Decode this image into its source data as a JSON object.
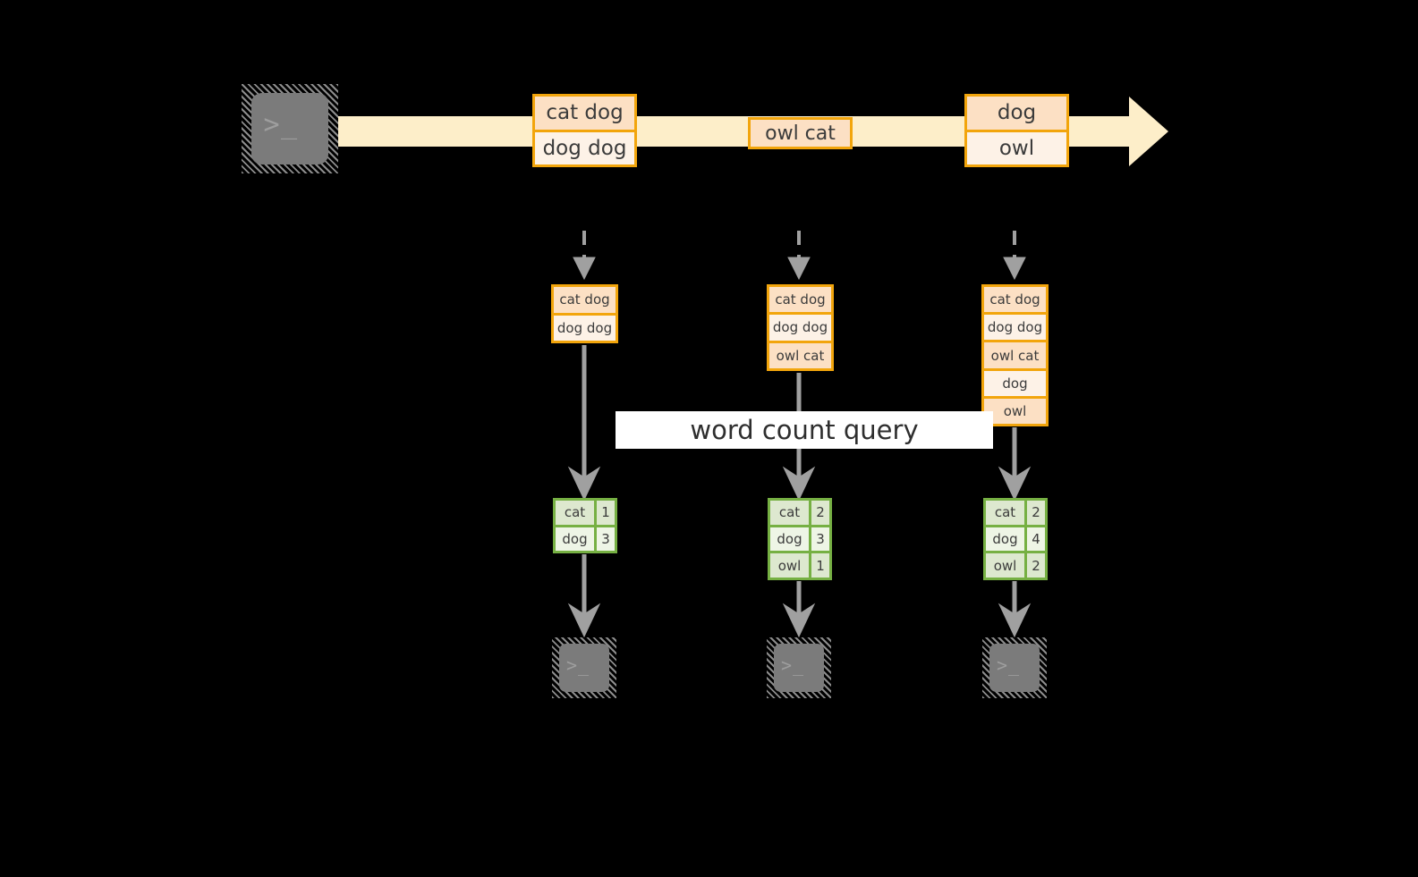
{
  "diagram": {
    "title": "stream word count pipeline",
    "colors": {
      "background": "#000000",
      "stream_band": "#fdeec9",
      "record_border": "#f2a50c",
      "record_fill_dark": "#fce0c4",
      "record_fill_light": "#fdf2e7",
      "result_border": "#76b043",
      "result_fill_dark": "#dde8cf",
      "result_fill_light": "#eef5e6",
      "arrow_gray": "#a0a0a0",
      "terminal_body": "#7b7b7b",
      "label_band": "#ffffff"
    }
  },
  "source": {
    "icon": "terminal-icon",
    "glyph": ">_"
  },
  "stream": {
    "direction": "left-to-right",
    "records": [
      {
        "id": "record-1",
        "cells": [
          {
            "text": "cat dog",
            "shade": "dark"
          },
          {
            "text": "dog dog",
            "shade": "light"
          }
        ]
      },
      {
        "id": "record-2",
        "cells": [
          {
            "text": "owl cat",
            "shade": "dark"
          }
        ]
      },
      {
        "id": "record-3",
        "cells": [
          {
            "text": "dog",
            "shade": "dark"
          },
          {
            "text": "owl",
            "shade": "light"
          }
        ]
      }
    ]
  },
  "query": {
    "label": "word count query"
  },
  "snapshots": [
    {
      "id": "snapshot-1",
      "input_cells": [
        {
          "text": "cat dog",
          "shade": "dark"
        },
        {
          "text": "dog dog",
          "shade": "light"
        }
      ],
      "result_rows": [
        {
          "word": "cat",
          "count": "1",
          "shade": "dark"
        },
        {
          "word": "dog",
          "count": "3",
          "shade": "light"
        }
      ],
      "sink": {
        "icon": "terminal-icon",
        "glyph": ">_"
      }
    },
    {
      "id": "snapshot-2",
      "input_cells": [
        {
          "text": "cat dog",
          "shade": "dark"
        },
        {
          "text": "dog dog",
          "shade": "light"
        },
        {
          "text": "owl cat",
          "shade": "dark"
        }
      ],
      "result_rows": [
        {
          "word": "cat",
          "count": "2",
          "shade": "dark"
        },
        {
          "word": "dog",
          "count": "3",
          "shade": "light"
        },
        {
          "word": "owl",
          "count": "1",
          "shade": "dark"
        }
      ],
      "sink": {
        "icon": "terminal-icon",
        "glyph": ">_"
      }
    },
    {
      "id": "snapshot-3",
      "input_cells": [
        {
          "text": "cat dog",
          "shade": "dark"
        },
        {
          "text": "dog dog",
          "shade": "light"
        },
        {
          "text": "owl cat",
          "shade": "dark"
        },
        {
          "text": "dog",
          "shade": "light"
        },
        {
          "text": "owl",
          "shade": "dark"
        }
      ],
      "result_rows": [
        {
          "word": "cat",
          "count": "2",
          "shade": "dark"
        },
        {
          "word": "dog",
          "count": "4",
          "shade": "light"
        },
        {
          "word": "owl",
          "count": "2",
          "shade": "dark"
        }
      ],
      "sink": {
        "icon": "terminal-icon",
        "glyph": ">_"
      }
    }
  ]
}
